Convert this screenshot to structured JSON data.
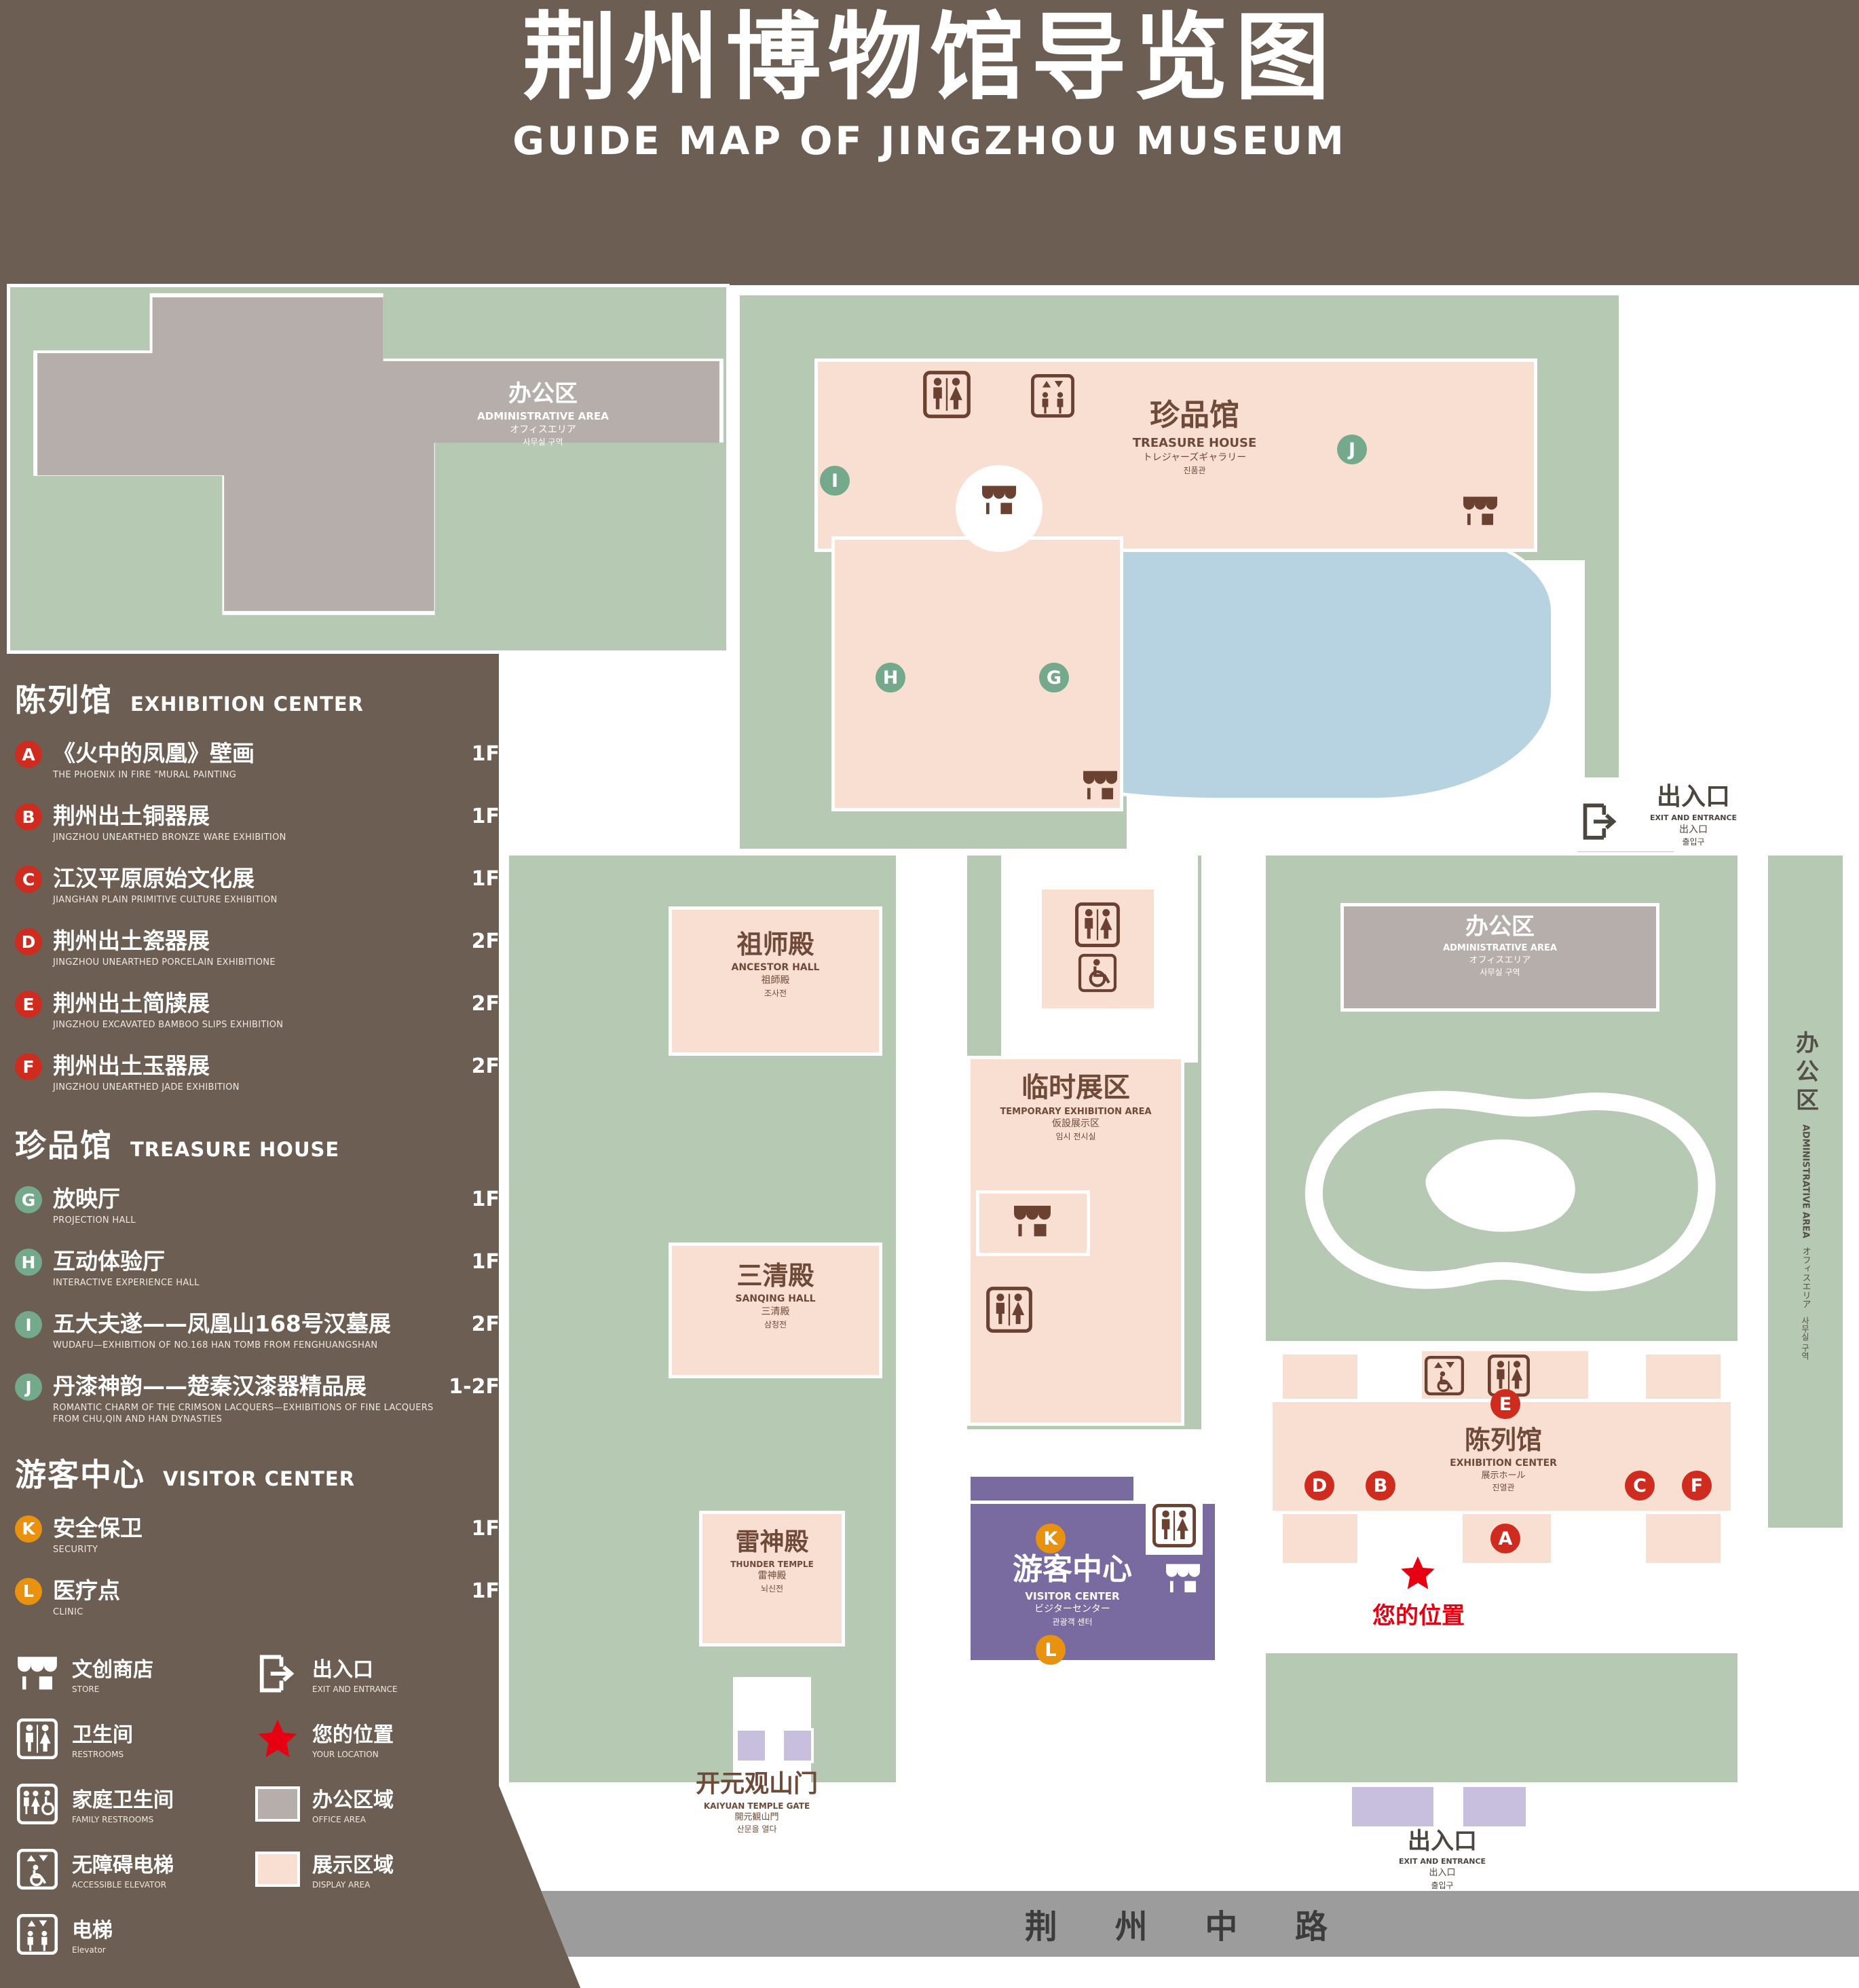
{
  "title": {
    "zh": "荆州博物馆导览图",
    "en": "GUIDE MAP OF JINGZHOU MUSEUM"
  },
  "colors": {
    "background": "#6c5e53",
    "grounds": "#b6c9b3",
    "display_area": "#f9dfd2",
    "office_area": "#b5aeab",
    "pond": "#b7d3e1",
    "visitor_center": "#796a9f",
    "entrance": "#c8bedd",
    "marker_red": "#cf2b1f",
    "marker_green": "#74a98c",
    "marker_orange": "#e9920f",
    "map_label_brown": "#6f4a38",
    "your_location_red": "#e60012"
  },
  "sidebar": {
    "exhibition_center": {
      "heading_zh": "陈列馆",
      "heading_en": "EXHIBITION CENTER",
      "items": [
        {
          "key": "A",
          "zh": "《火中的凤凰》壁画",
          "en": "THE PHOENIX IN FIRE \"MURAL PAINTING",
          "floor": "1F"
        },
        {
          "key": "B",
          "zh": "荆州出土铜器展",
          "en": "JINGZHOU UNEARTHED BRONZE WARE EXHIBITION",
          "floor": "1F"
        },
        {
          "key": "C",
          "zh": "江汉平原原始文化展",
          "en": "JIANGHAN PLAIN PRIMITIVE CULTURE EXHIBITION",
          "floor": "1F"
        },
        {
          "key": "D",
          "zh": "荆州出土瓷器展",
          "en": "JINGZHOU UNEARTHED PORCELAIN EXHIBITIONE",
          "floor": "2F"
        },
        {
          "key": "E",
          "zh": "荆州出土简牍展",
          "en": "JINGZHOU EXCAVATED BAMBOO SLIPS EXHIBITION",
          "floor": "2F"
        },
        {
          "key": "F",
          "zh": "荆州出土玉器展",
          "en": "JINGZHOU UNEARTHED JADE EXHIBITION",
          "floor": "2F"
        }
      ]
    },
    "treasure_house": {
      "heading_zh": "珍品馆",
      "heading_en": "TREASURE HOUSE",
      "items": [
        {
          "key": "G",
          "zh": "放映厅",
          "en": "PROJECTION HALL",
          "floor": "1F"
        },
        {
          "key": "H",
          "zh": "互动体验厅",
          "en": "INTERACTIVE EXPERIENCE HALL",
          "floor": "1F"
        },
        {
          "key": "I",
          "zh": "五大夫遂——凤凰山168号汉墓展",
          "en": "WUDAFU—EXHIBITION OF NO.168 HAN TOMB FROM FENGHUANGSHAN",
          "floor": "2F"
        },
        {
          "key": "J",
          "zh": "丹漆神韵——楚秦汉漆器精品展",
          "en": "ROMANTIC CHARM OF THE CRIMSON LACQUERS—EXHIBITIONS OF FINE LACQUERS FROM CHU,QIN AND HAN DYNASTIES",
          "floor": "1-2F"
        }
      ]
    },
    "visitor_center": {
      "heading_zh": "游客中心",
      "heading_en": "VISITOR CENTER",
      "items": [
        {
          "key": "K",
          "zh": "安全保卫",
          "en": "SECURITY",
          "floor": "1F"
        },
        {
          "key": "L",
          "zh": "医疗点",
          "en": "CLINIC",
          "floor": "1F"
        }
      ]
    }
  },
  "legend": {
    "items": [
      {
        "id": "store",
        "icon": "store",
        "zh": "文创商店",
        "en": "STORE"
      },
      {
        "id": "exit",
        "icon": "exit",
        "zh": "出入口",
        "en": "EXIT AND ENTRANCE"
      },
      {
        "id": "restrooms",
        "icon": "restroom",
        "zh": "卫生间",
        "en": "RESTROOMS"
      },
      {
        "id": "your-location",
        "icon": "star",
        "color": "#e60012",
        "zh": "您的位置",
        "en": "YOUR LOCATION"
      },
      {
        "id": "family-restrooms",
        "icon": "family",
        "zh": "家庭卫生间",
        "en": "FAMILY RESTROOMS"
      },
      {
        "id": "office-area",
        "swatch": "#b5aeab",
        "zh": "办公区域",
        "en": "OFFICE AREA"
      },
      {
        "id": "accessible-elevator",
        "icon": "accessel",
        "zh": "无障碍电梯",
        "en": "ACCESSIBLE ELEVATOR"
      },
      {
        "id": "display-area",
        "swatch": "#f9dfd2",
        "zh": "展示区域",
        "en": "DISPLAY AREA"
      },
      {
        "id": "elevator",
        "icon": "elevator",
        "zh": "电梯",
        "en": "Elevator"
      }
    ]
  },
  "map": {
    "labels": {
      "admin_area": {
        "zh": "办公区",
        "en": "ADMINISTRATIVE AREA",
        "ja": "オフィスエリア",
        "ko": "사무실 구역"
      },
      "treasure_house": {
        "zh": "珍品馆",
        "en": "TREASURE HOUSE",
        "ja": "トレジャーズギャラリー",
        "ko": "진품관"
      },
      "exit": {
        "zh": "出入口",
        "en": "EXIT AND ENTRANCE",
        "ja": "出入口",
        "ko": "출입구"
      },
      "ancestor_hall": {
        "zh": "祖师殿",
        "en": "ANCESTOR HALL",
        "ja": "祖師殿",
        "ko": "조사전"
      },
      "temporary_exhibition": {
        "zh": "临时展区",
        "en": "TEMPORARY EXHIBITION AREA",
        "ja": "仮設展示区",
        "ko": "임시 전시실"
      },
      "sanqing_hall": {
        "zh": "三清殿",
        "en": "SANQING HALL",
        "ja": "三清殿",
        "ko": "삼청전"
      },
      "thunder_temple": {
        "zh": "雷神殿",
        "en": "THUNDER TEMPLE",
        "ja": "雷神殿",
        "ko": "뇌신전"
      },
      "visitor_center": {
        "zh": "游客中心",
        "en": "VISITOR CENTER",
        "ja": "ビジターセンター",
        "ko": "관광객 센터"
      },
      "exhibition_center": {
        "zh": "陈列馆",
        "en": "EXHIBITION CENTER",
        "ja": "展示ホール",
        "ko": "진열관"
      },
      "kaiyuan_gate": {
        "zh": "开元观山门",
        "en": "KAIYUAN TEMPLE GATE",
        "ja": "開元観山門",
        "ko": "산문을 열다"
      },
      "your_location": "您的位置",
      "road": "荆 州 中 路"
    },
    "markers": {
      "A": "A",
      "B": "B",
      "C": "C",
      "D": "D",
      "E": "E",
      "F": "F",
      "G": "G",
      "H": "H",
      "I": "I",
      "J": "J",
      "K": "K",
      "L": "L"
    }
  }
}
